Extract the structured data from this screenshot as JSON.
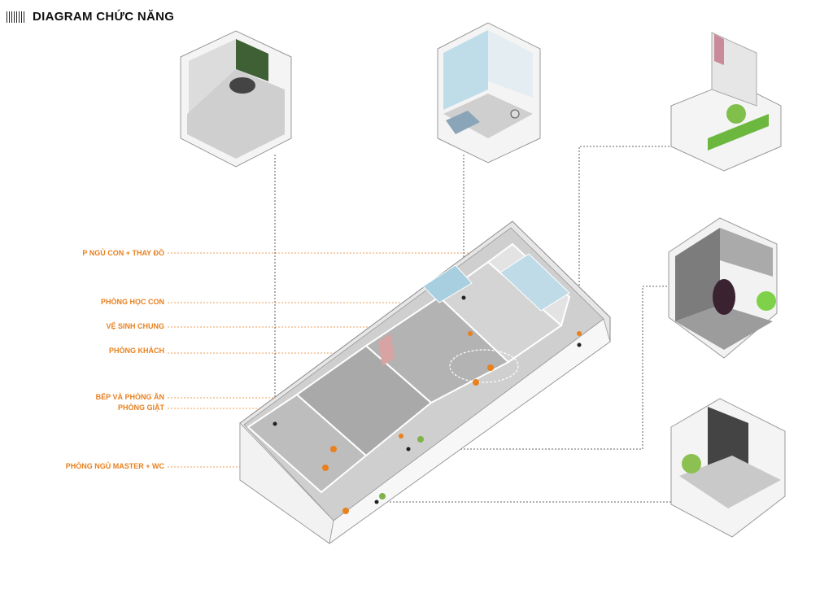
{
  "title": "DIAGRAM CHỨC NĂNG",
  "accent_color": "#e8801e",
  "labels": [
    "P NGỦ CON + THAY ĐỒ",
    "PHÒNG HỌC CON",
    "VỆ SINH CHUNG",
    "PHÒNG KHÁCH",
    "BẾP VÀ PHÒNG ĂN",
    "PHÒNG GIẶT",
    "PHÒNG NGỦ MASTER + WC"
  ]
}
